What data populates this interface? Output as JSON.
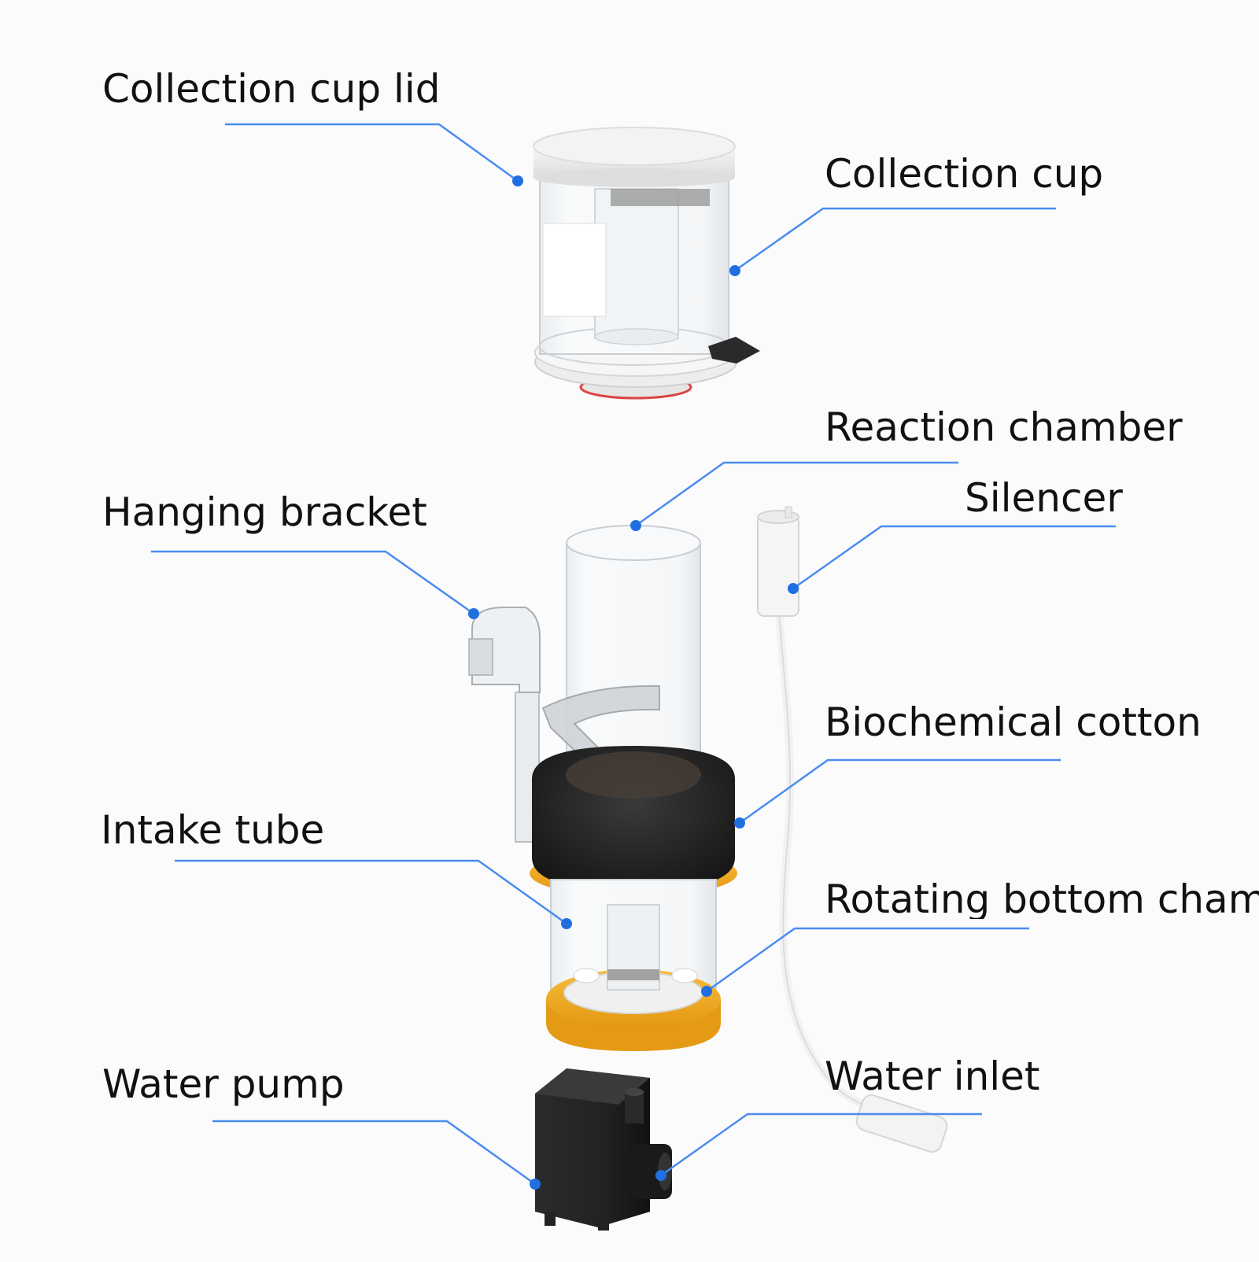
{
  "colors": {
    "leader_line": "#3b82f6",
    "label_text": "#111111",
    "background": "#fbfbfc",
    "accent_orange": "#f2a81a",
    "sponge": "#1e1e1e"
  },
  "labels": {
    "collection_cup_lid": "Collection cup lid",
    "collection_cup": "Collection cup",
    "reaction_chamber": "Reaction chamber",
    "silencer": "Silencer",
    "hanging_bracket": "Hanging bracket",
    "biochemical_cotton": "Biochemical cotton",
    "intake_tube": "Intake tube",
    "rotating_bottom_chamber": "Rotating bottom cham",
    "water_pump": "Water pump",
    "water_inlet": "Water inlet"
  }
}
